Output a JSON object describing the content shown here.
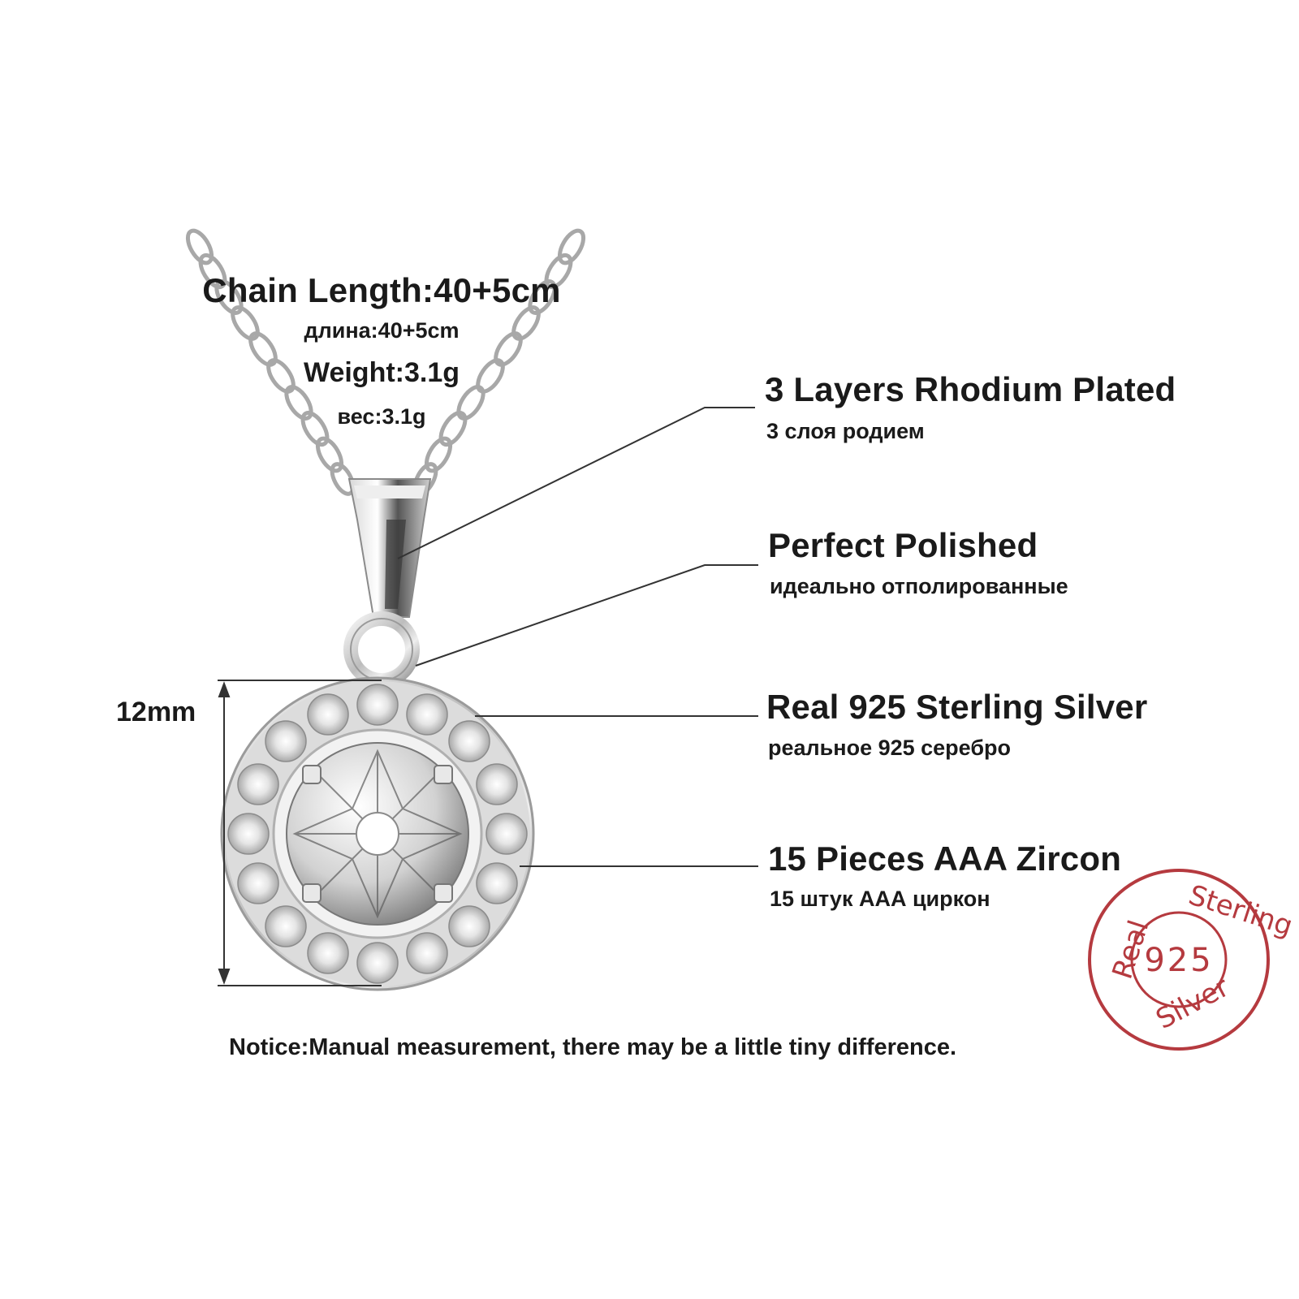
{
  "chain": {
    "length_label": "Chain Length:40+5cm",
    "length_label_ru": "длина:40+5cm",
    "weight_label": "Weight:3.1g",
    "weight_label_ru": "вес:3.1g"
  },
  "dimension": {
    "height_label": "12mm"
  },
  "features": [
    {
      "title": "3 Layers Rhodium Plated",
      "subtitle": "3 слоя родием"
    },
    {
      "title": "Perfect Polished",
      "subtitle": "идеально отполированные"
    },
    {
      "title": "Real 925 Sterling Silver",
      "subtitle": "реальное 925 серебро"
    },
    {
      "title": "15 Pieces AAA Zircon",
      "subtitle": "15 штук ААА циркон"
    }
  ],
  "notice": "Notice:Manual measurement, there may be a little tiny difference.",
  "stamp": {
    "top_left": "Real",
    "top_right": "Sterling",
    "bottom": "Silver",
    "center": "925",
    "color": "#b53a3f"
  }
}
